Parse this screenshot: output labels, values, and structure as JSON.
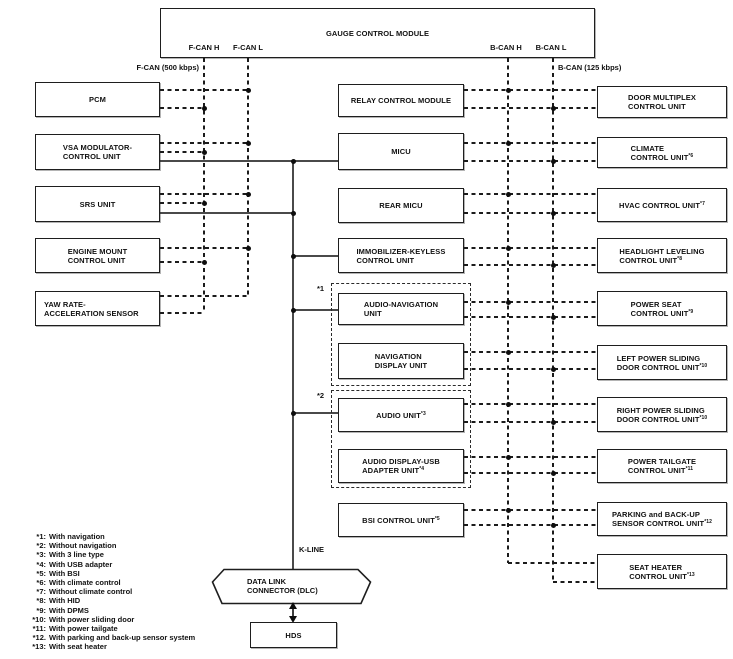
{
  "header": {
    "title": "GAUGE CONTROL MODULE"
  },
  "bus_labels": {
    "fcan_h": "F-CAN H",
    "fcan_l": "F-CAN L",
    "bcan_h": "B-CAN H",
    "bcan_l": "B-CAN L",
    "fcan_speed": "F-CAN (500 kbps)",
    "bcan_speed": "B-CAN (125 kbps)",
    "kline": "K-LINE"
  },
  "left_nodes": {
    "pcm": {
      "label": "PCM"
    },
    "vsa": {
      "label": "VSA MODULATOR-\nCONTROL UNIT"
    },
    "srs": {
      "label": "SRS UNIT"
    },
    "engine_mount": {
      "label": "ENGINE MOUNT\nCONTROL UNIT"
    },
    "yaw": {
      "label": "YAW RATE-\nACCELERATION SENSOR"
    }
  },
  "middle_nodes": {
    "relay": {
      "label": "RELAY CONTROL MODULE"
    },
    "micu": {
      "label": "MICU"
    },
    "rear_micu": {
      "label": "REAR MICU"
    },
    "immobilizer": {
      "label": "IMMOBILIZER-KEYLESS\nCONTROL UNIT"
    },
    "audio_nav": {
      "label": "AUDIO-NAVIGATION\nUNIT"
    },
    "nav_display": {
      "label": "NAVIGATION\nDISPLAY UNIT"
    },
    "audio": {
      "label": "AUDIO UNIT",
      "sup": "*3"
    },
    "audio_usb": {
      "label": "AUDIO DISPLAY-USB\nADAPTER UNIT",
      "sup": "*4"
    },
    "bsi": {
      "label": "BSI CONTROL UNIT",
      "sup": "*5"
    }
  },
  "right_nodes": {
    "door_multiplex": {
      "label": "DOOR MULTIPLEX\nCONTROL UNIT"
    },
    "climate": {
      "label": "CLIMATE\nCONTROL UNIT",
      "sup": "*6"
    },
    "hvac": {
      "label": "HVAC CONTROL UNIT",
      "sup": "*7"
    },
    "headlight": {
      "label": "HEADLIGHT LEVELING\nCONTROL UNIT",
      "sup": "*8"
    },
    "power_seat": {
      "label": "POWER SEAT\nCONTROL UNIT",
      "sup": "*9"
    },
    "left_psd": {
      "label": "LEFT POWER SLIDING\nDOOR CONTROL UNIT",
      "sup": "*10"
    },
    "right_psd": {
      "label": "RIGHT POWER SLIDING\nDOOR CONTROL UNIT",
      "sup": "*10"
    },
    "tailgate": {
      "label": "POWER TAILGATE\nCONTROL UNIT",
      "sup": "*11"
    },
    "parking": {
      "label": "PARKING and BACK-UP\nSENSOR CONTROL UNIT",
      "sup": "*12"
    },
    "seat_heater": {
      "label": "SEAT HEATER\nCONTROL UNIT",
      "sup": "*13"
    }
  },
  "groups": {
    "group1": "*1",
    "group2": "*2"
  },
  "bottom": {
    "dlc": "DATA LINK\nCONNECTOR (DLC)",
    "hds": "HDS"
  },
  "footnotes": [
    {
      "n": "*1:",
      "t": "With navigation"
    },
    {
      "n": "*2:",
      "t": "Without navigation"
    },
    {
      "n": "*3:",
      "t": "With 3 line type"
    },
    {
      "n": "*4:",
      "t": "With USB adapter"
    },
    {
      "n": "*5:",
      "t": "With BSI"
    },
    {
      "n": "*6:",
      "t": "With climate control"
    },
    {
      "n": "*7:",
      "t": "Without climate control"
    },
    {
      "n": "*8:",
      "t": "With HID"
    },
    {
      "n": "*9:",
      "t": "With DPMS"
    },
    {
      "n": "*10:",
      "t": "With power sliding door"
    },
    {
      "n": "*11:",
      "t": "With power tailgate"
    },
    {
      "n": "*12.",
      "t": "With parking and back-up sensor system"
    },
    {
      "n": "*13:",
      "t": "With seat heater"
    }
  ]
}
